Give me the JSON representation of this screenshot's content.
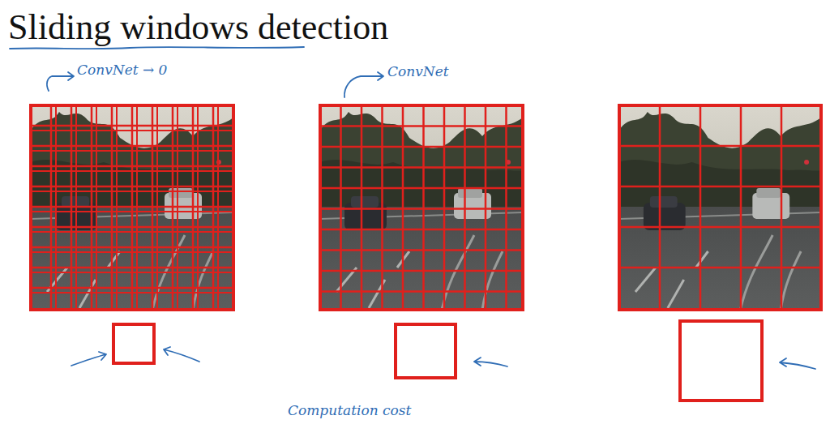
{
  "diagram": {
    "title": "Sliding windows detection",
    "labels": [
      "ConvNet → 0",
      "ConvNet",
      "Computation cost"
    ]
  }
}
